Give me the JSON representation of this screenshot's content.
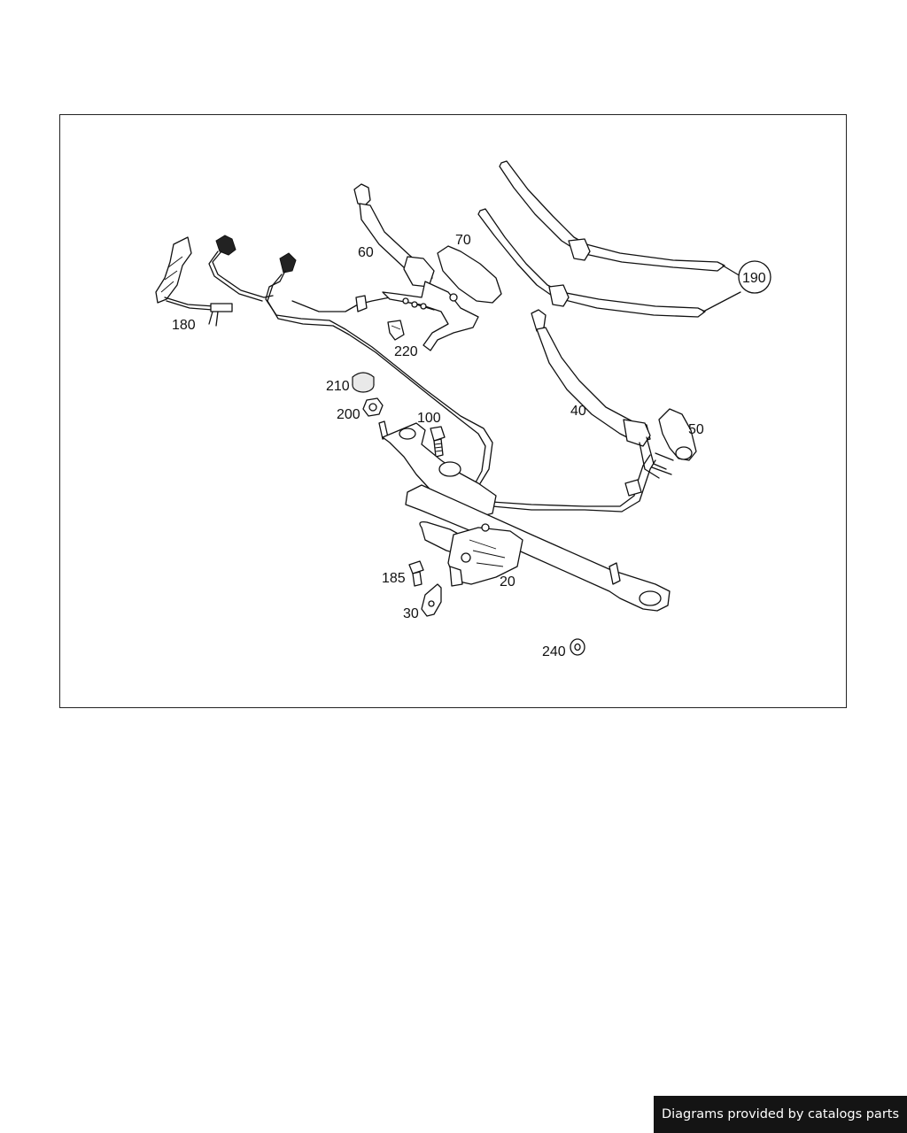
{
  "diagram": {
    "callouts": [
      {
        "id": "180",
        "text": "180"
      },
      {
        "id": "60",
        "text": "60"
      },
      {
        "id": "70",
        "text": "70"
      },
      {
        "id": "190",
        "text": "190"
      },
      {
        "id": "220",
        "text": "220"
      },
      {
        "id": "210",
        "text": "210"
      },
      {
        "id": "200",
        "text": "200"
      },
      {
        "id": "100",
        "text": "100"
      },
      {
        "id": "40",
        "text": "40"
      },
      {
        "id": "50",
        "text": "50"
      },
      {
        "id": "185",
        "text": "185"
      },
      {
        "id": "20",
        "text": "20"
      },
      {
        "id": "30",
        "text": "30"
      },
      {
        "id": "240",
        "text": "240"
      }
    ]
  },
  "footer": {
    "credit": "Diagrams provided by catalogs parts"
  }
}
